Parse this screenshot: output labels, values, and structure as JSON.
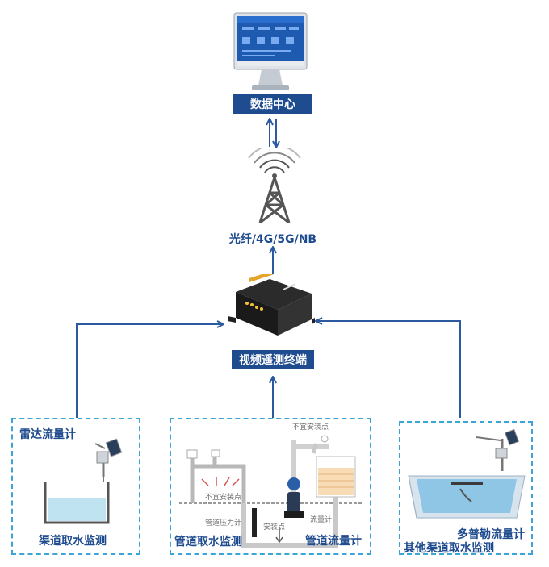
{
  "data_center": {
    "label": "数据中心"
  },
  "network": {
    "label": "光纤/4G/5G/NB"
  },
  "terminal": {
    "label": "视频遥测终端"
  },
  "panels": {
    "radar": {
      "title": "雷达流量计",
      "caption": "渠道取水监测"
    },
    "pipe": {
      "caption_left": "管道取水监测",
      "caption_right": "管道流量计",
      "note_unsuitable_top": "不宜安装点",
      "note_unsuitable_mid": "不宜安装点",
      "note_pressure": "管道压力计",
      "note_install": "安装点",
      "note_flowmeter": "流量计"
    },
    "doppler": {
      "title": "多普勒流量计",
      "caption": "其他渠道取水监测"
    }
  },
  "colors": {
    "brand_blue": "#1f4b8f",
    "dashed_border": "#3aa5d6",
    "arrow": "#2c5aa0"
  }
}
